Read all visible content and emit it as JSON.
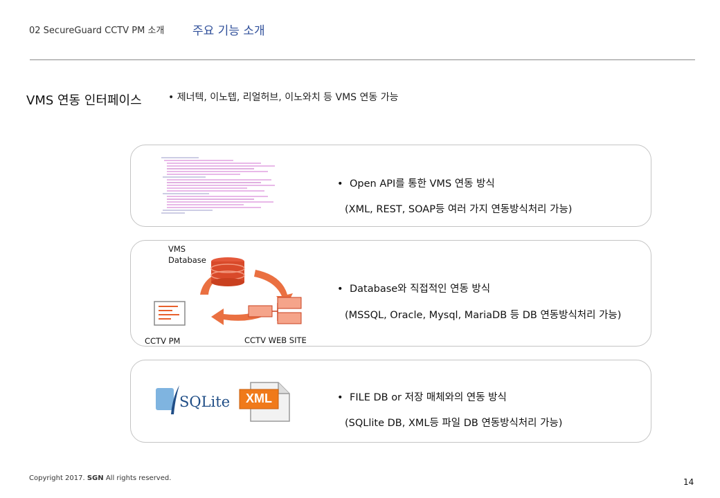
{
  "header": {
    "section_label": "02 SecureGuard CCTV PM 소개",
    "page_heading": "주요 기능 소개"
  },
  "topic": {
    "title": "VMS 연동 인터페이스",
    "description": "•  제너텍, 이노텝, 리얼허브, 이노와치 등 VMS 연동 가능"
  },
  "panels": [
    {
      "bullet": "•",
      "title": "Open API를 통한 VMS 연동 방식",
      "detail": "(XML, REST, SOAP등 여러 가지 연동방식처리 가능)"
    },
    {
      "bullet": "•",
      "title": "Database와 직접적인 연동 방식",
      "detail": "(MSSQL, Oracle, Mysql, MariaDB 등 DB 연동방식처리 가능)",
      "diagram": {
        "db_label_line1": "VMS",
        "db_label_line2": "Database",
        "pm_label": "CCTV PM",
        "web_label": "CCTV WEB SITE"
      }
    },
    {
      "bullet": "•",
      "title": "FILE DB or 저장 매체와의 연동 방식",
      "detail": "(SQLlite DB, XML등 파일 DB 연동방식처리 가능)",
      "logos": {
        "sqlite_text": "SQLite",
        "xml_text": "XML"
      }
    }
  ],
  "footer": {
    "copyright_prefix": "Copyright 2017.",
    "copyright_brand": "SGN",
    "copyright_suffix": "All rights reserved.",
    "page_number": "14"
  },
  "colors": {
    "heading_blue": "#2f4f9a",
    "arrow_orange": "#e8602c",
    "db_red": "#d94a2a",
    "xml_orange": "#f07a1a",
    "sqlite_blue": "#1f4d86"
  }
}
